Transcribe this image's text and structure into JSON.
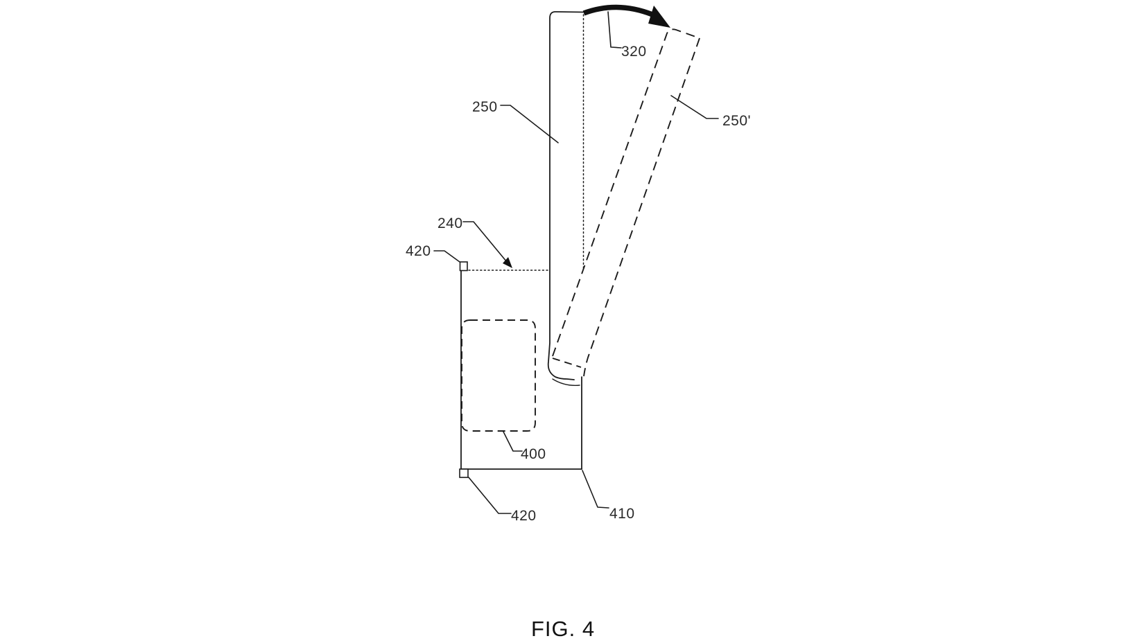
{
  "figure": {
    "caption": "FIG. 4",
    "labels": {
      "panel": "250",
      "panel_rotated": "250'",
      "rotation_arrow": "320",
      "base_top": "240",
      "fastener_top": "420",
      "fastener_bottom": "420",
      "inner_pocket": "400",
      "base_body": "410"
    }
  },
  "colors": {
    "background": "#ffffff",
    "line": "#1b1b1b"
  }
}
